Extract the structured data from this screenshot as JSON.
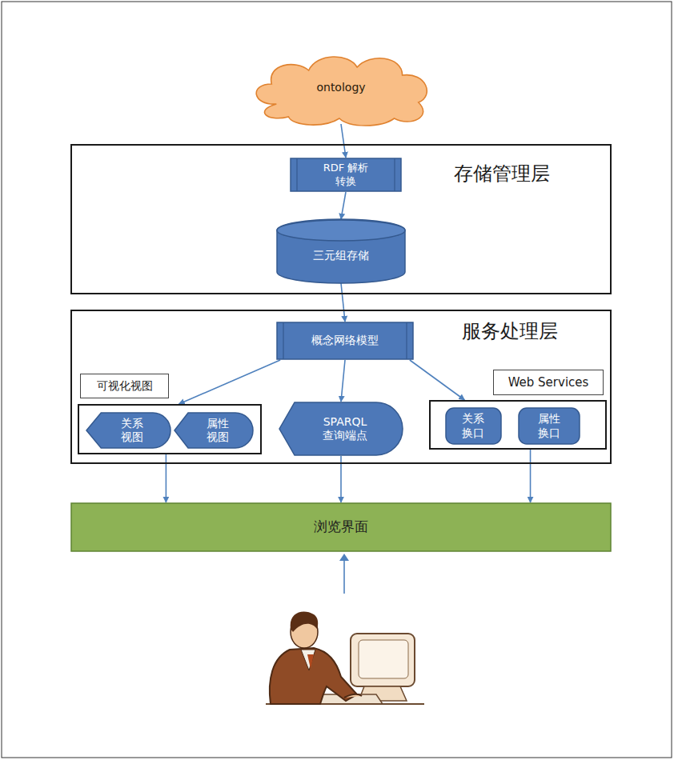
{
  "diagram": {
    "nodes": [
      {
        "text": [
          "ontology"
        ]
      },
      {
        "text": [
          "存储管理层"
        ]
      },
      {
        "text": [
          "RDF 解析转换"
        ],
        "in": 1
      },
      {
        "text": [
          "三元组存储"
        ],
        "in": 1
      },
      {
        "text": [
          "服务处理层"
        ]
      },
      {
        "text": [
          "概念网络模型"
        ],
        "in": 4
      },
      {
        "text": [
          "可视化视图"
        ],
        "in": 4
      },
      {
        "text": [
          "关系 视图"
        ],
        "in": 6
      },
      {
        "text": [
          "属性 视图"
        ],
        "in": 6
      },
      {
        "text": [
          "SPARQL 查询端点"
        ],
        "in": 4
      },
      {
        "text": [
          "Web Services"
        ],
        "in": 4
      },
      {
        "text": [
          "关系 换口"
        ],
        "in": 10
      },
      {
        "text": [
          "属性 换口"
        ],
        "in": 10
      },
      {
        "text": [
          "浏览界面"
        ]
      }
    ],
    "edges": [
      {
        "from": 0,
        "to": 2,
        "arrow": "to"
      },
      {
        "from": 2,
        "to": 3,
        "arrow": "to"
      },
      {
        "from": 3,
        "to": 5,
        "arrow": "to"
      },
      {
        "from": 5,
        "to": 6,
        "arrow": "to"
      },
      {
        "from": 5,
        "to": 9,
        "arrow": "to"
      },
      {
        "from": 5,
        "to": 10,
        "arrow": "to"
      },
      {
        "from": 6,
        "to": 13,
        "arrow": "to"
      },
      {
        "from": 9,
        "to": 13,
        "arrow": "to"
      },
      {
        "from": 10,
        "to": 13,
        "arrow": "to"
      }
    ]
  }
}
